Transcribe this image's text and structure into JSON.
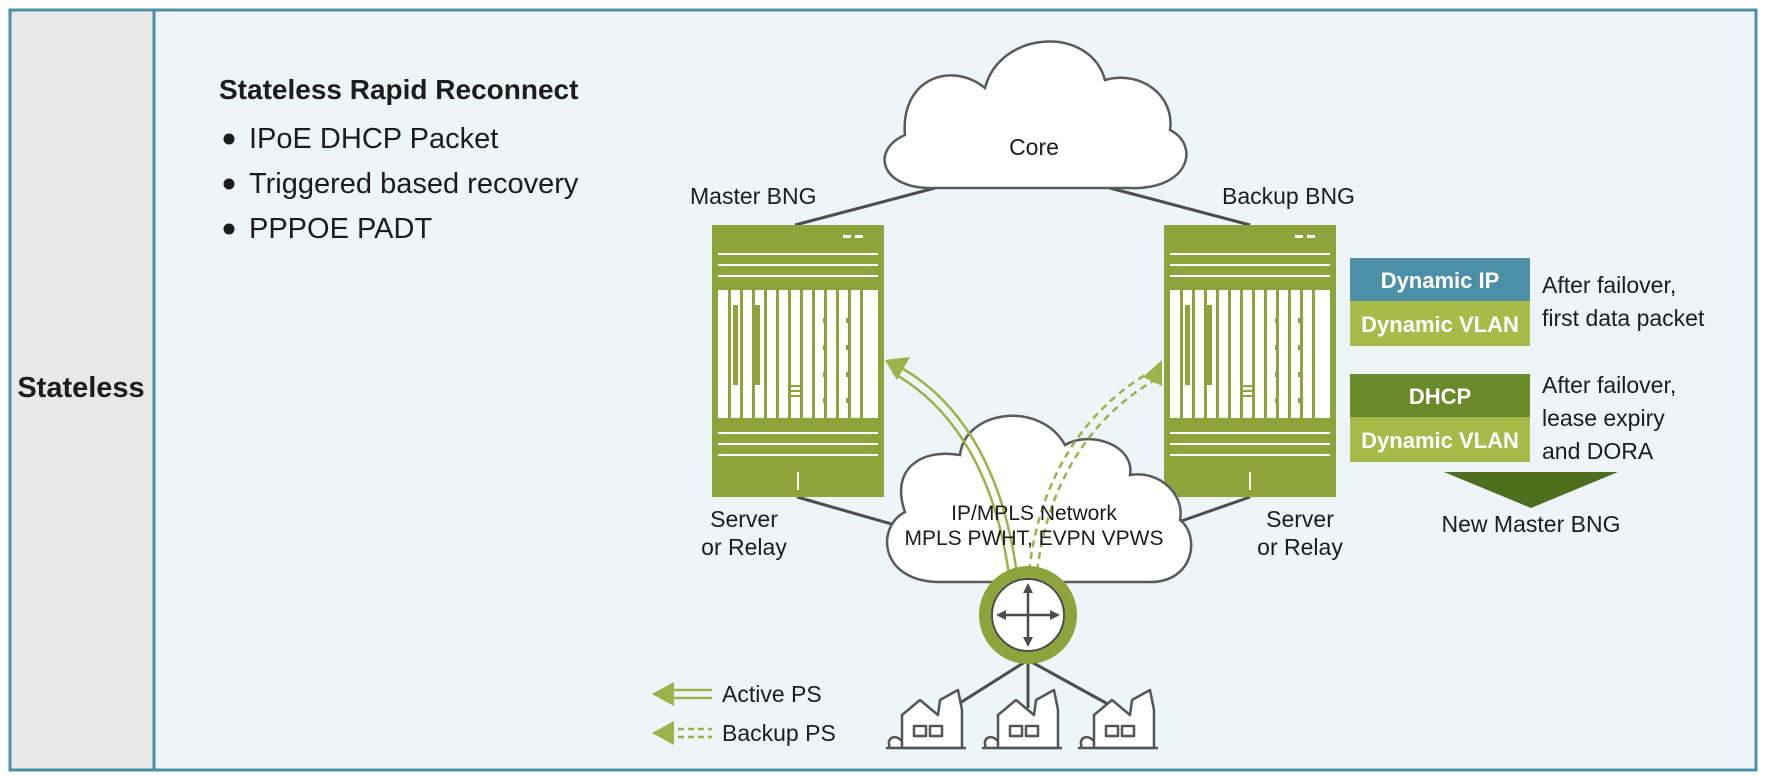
{
  "side_label": "Stateless",
  "heading": "Stateless Rapid Reconnect",
  "bullets": [
    "IPoE DHCP Packet",
    "Triggered based recovery",
    "PPPOE PADT"
  ],
  "core_label": "Core",
  "master_label": "Master BNG",
  "backup_label": "Backup BNG",
  "server_left": [
    "Server",
    "or Relay"
  ],
  "server_right": [
    "Server",
    "or Relay"
  ],
  "network_label": [
    "IP/MPLS Network",
    "MPLS PWHT, EVPN VPWS"
  ],
  "legend": {
    "active": "Active PS",
    "backup": "Backup PS"
  },
  "boxes": [
    {
      "top": "Dynamic IP",
      "bottom": "Dynamic VLAN",
      "note": [
        "After failover,",
        "first data packet"
      ]
    },
    {
      "top": "DHCP",
      "bottom": "Dynamic VLAN",
      "note": [
        "After failover,",
        "lease expiry",
        "and DORA"
      ]
    }
  ],
  "new_master": "New Master BNG",
  "colors": {
    "frame": "#4e8ea3",
    "panel": "#eef5f8",
    "side": "#e8e8e8",
    "green": "#8ea33b",
    "green_light": "#a7ba4a",
    "green_dark": "#6a8a2a",
    "blue": "#4d8fa6",
    "arrow_dark": "#4e6e1e"
  }
}
